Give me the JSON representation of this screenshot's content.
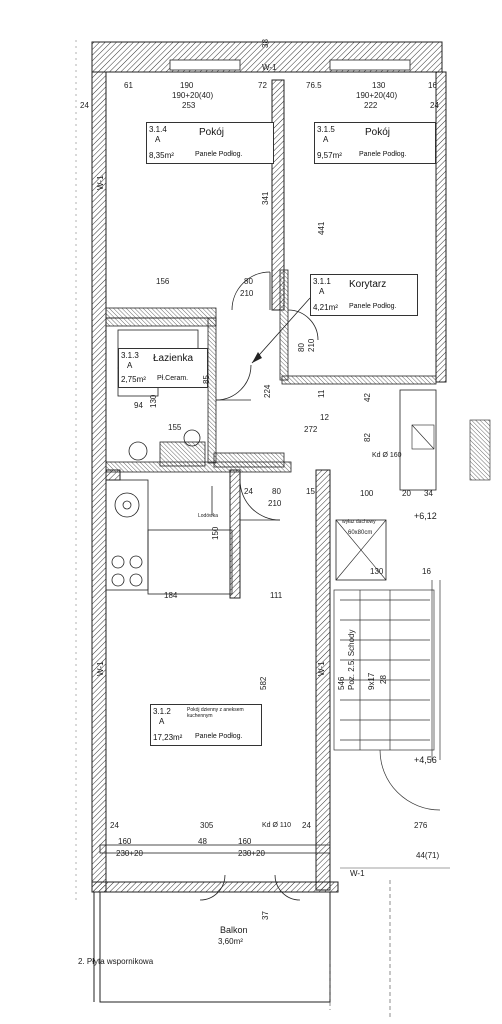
{
  "rooms": {
    "pokoj1": {
      "code": "3.1.4",
      "level": "A",
      "name": "Pokój",
      "area": "8,35m²",
      "floor": "Panele Podłog."
    },
    "pokoj2": {
      "code": "3.1.5",
      "level": "A",
      "name": "Pokój",
      "area": "9,57m²",
      "floor": "Panele Podłog."
    },
    "korytarz": {
      "code": "3.1.1",
      "level": "A",
      "name": "Korytarz",
      "area": "4,21m²",
      "floor": "Panele Podłog."
    },
    "lazienka": {
      "code": "3.1.3",
      "level": "A",
      "name": "Łazienka",
      "area": "2,75m²",
      "floor": "Pł.Ceram."
    },
    "salon": {
      "code": "3.1.2",
      "level": "A",
      "name": "Pokój dzienny z aneksem kuchennym",
      "area": "17,23m²",
      "floor": "Panele Podłog."
    },
    "balkon": {
      "name": "Balkon",
      "area": "3,60m²"
    }
  },
  "labels": {
    "plyta": "2. Płyta wspornikowa",
    "schody": "Poz. 2.5. Schody",
    "schody_dim": "9x17",
    "schody_dim2": "28",
    "wylaz": "wyłaz dachowy",
    "wylaz_dim": "60x80cm",
    "level_top": "+6,12",
    "level_bottom": "+4,56",
    "kd1": "Kd Ø 160",
    "kd2": "Kd Ø 110",
    "lodowka": "Lodówka",
    "w1": "W-1",
    "w2": "W-1",
    "w3": "W-1",
    "w4": "W-1",
    "w5": "W-1"
  },
  "dims": {
    "top1": "61",
    "top2": "190",
    "top3": "190+20(40)",
    "top4": "253",
    "top5": "72",
    "top6": "76.5",
    "top7": "130",
    "top8": "190+20(40)",
    "top9": "222",
    "top10": "16",
    "side24a": "24",
    "side24b": "24",
    "v341": "341",
    "v441": "441",
    "h156": "156",
    "h80": "80",
    "h210": "210",
    "v80": "80",
    "v210": "210",
    "v224": "224",
    "v11": "11",
    "h272": "272",
    "h12": "12",
    "v42": "42",
    "v82": "82",
    "v130a": "130",
    "h94": "94",
    "h155": "155",
    "v85": "85",
    "h24": "24",
    "h80b": "80",
    "h210b": "210",
    "h15": "15",
    "h100": "100",
    "h20": "20",
    "h34": "34",
    "v150": "150",
    "h184": "184",
    "h111": "111",
    "v582": "582",
    "h130": "130",
    "h16": "16",
    "v546": "546",
    "h24c": "24",
    "h305": "305",
    "h24d": "24",
    "h276": "276",
    "b48": "48",
    "b160": "160",
    "b230a": "230+20",
    "b230b": "230+20",
    "b160b": "160",
    "b44": "44(71)",
    "v37": "37",
    "v38": "38"
  }
}
